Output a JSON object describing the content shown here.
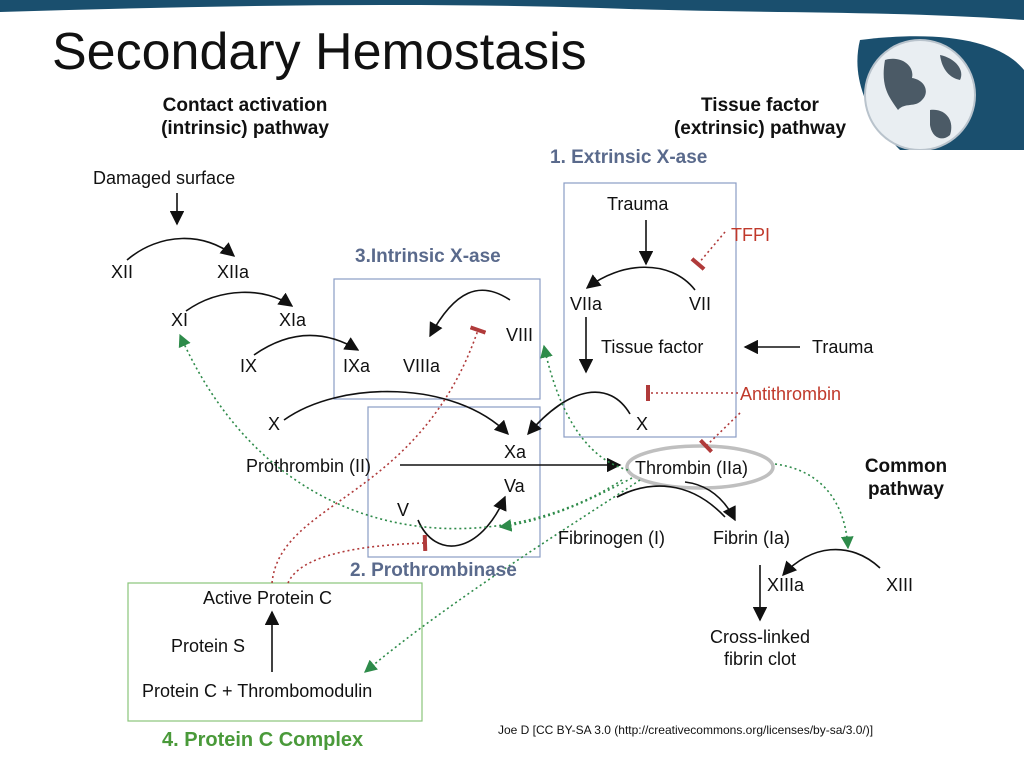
{
  "title": "Secondary Hemostasis",
  "headers": {
    "intrinsic": "Contact activation\n(intrinsic) pathway",
    "extrinsic": "Tissue factor\n(extrinsic) pathway",
    "common": "Common\npathway"
  },
  "boxes": {
    "extrinsic_xase": "1. Extrinsic X-ase",
    "intrinsic_xase": "3.Intrinsic X-ase",
    "prothrombinase": "2. Prothrombinase",
    "protein_c_complex": "4. Protein C Complex"
  },
  "nodes": {
    "damaged_surface": "Damaged surface",
    "xii": "XII",
    "xiia": "XIIa",
    "xi": "XI",
    "xia": "XIa",
    "ix": "IX",
    "ixa": "IXa",
    "viiia": "VIIIa",
    "viii": "VIII",
    "x_left": "X",
    "xa": "Xa",
    "va": "Va",
    "v": "V",
    "prothrombin": "Prothrombin (II)",
    "thrombin": "Thrombin (IIa)",
    "trauma_top": "Trauma",
    "tfpi": "TFPI",
    "viia": "VIIa",
    "vii": "VII",
    "tissue_factor": "Tissue factor",
    "trauma_right": "Trauma",
    "antithrombin": "Antithrombin",
    "x_right": "X",
    "fibrinogen": "Fibrinogen (I)",
    "fibrin": "Fibrin (Ia)",
    "xiiia": "XIIIa",
    "xiii": "XIII",
    "clot": "Cross-linked\nfibrin clot",
    "active_protein_c": "Active Protein C",
    "protein_s": "Protein S",
    "protein_c_tm": "Protein C + Thrombomodulin"
  },
  "credit": "Joe D [CC BY-SA 3.0 (http://creativecommons.org/licenses/by-sa/3.0/)]",
  "colors": {
    "banner": "#1a4f6e",
    "box_border": "#8a9cc4",
    "inhibit": "#b03a3a",
    "activate": "#2e8b4a",
    "green_box": "#8ac47a"
  }
}
